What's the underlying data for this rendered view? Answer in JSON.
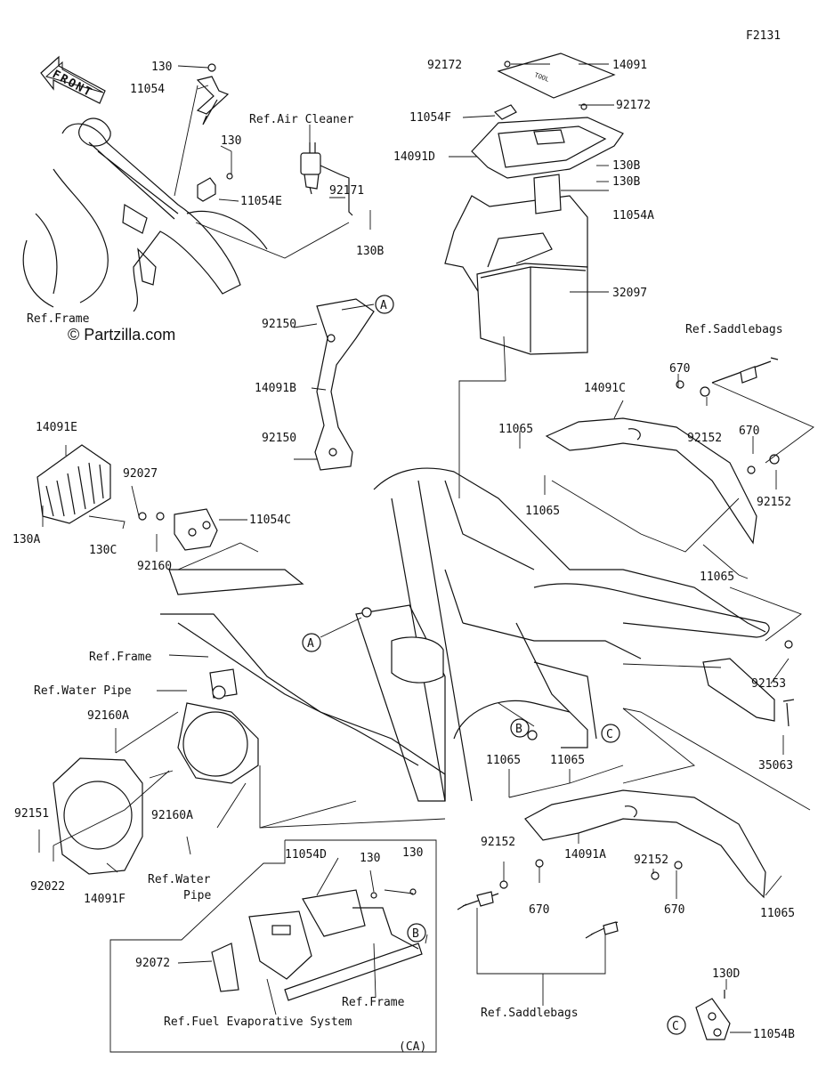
{
  "figure_code": "F2131",
  "watermark": "© Partzilla.com",
  "front_label": "FRONT",
  "callouts": {
    "a": "A",
    "b": "B",
    "c": "C"
  },
  "variant_note": "(CA)",
  "labels": {
    "p130_top": "130",
    "p11054_top": "11054",
    "p130_mid": "130",
    "p11054E": "11054E",
    "ref_air_cleaner": "Ref.Air Cleaner",
    "p92171": "92171",
    "p130B_left": "130B",
    "ref_frame_top": "Ref.Frame",
    "p92172_a": "92172",
    "p14091": "14091",
    "p11054F": "11054F",
    "p92172_b": "92172",
    "p14091D": "14091D",
    "p130B_a": "130B",
    "p130B_b": "130B",
    "p11054A": "11054A",
    "p32097": "32097",
    "p92150_a": "92150",
    "p14091B": "14091B",
    "p92150_b": "92150",
    "ref_saddlebags_top": "Ref.Saddlebags",
    "p670_a": "670",
    "p14091C": "14091C",
    "p11065_a": "11065",
    "p92152_a": "92152",
    "p670_b": "670",
    "p11065_b": "11065",
    "p92152_b": "92152",
    "p11065_c": "11065",
    "p14091E": "14091E",
    "p92027": "92027",
    "p11054C": "11054C",
    "p130A": "130A",
    "p130C": "130C",
    "p92160": "92160",
    "ref_frame_mid": "Ref.Frame",
    "ref_water_pipe_top": "Ref.Water Pipe",
    "p92160A_a": "92160A",
    "p92153": "92153",
    "p35063": "35063",
    "p92151": "92151",
    "p92160A_b": "92160A",
    "p92022": "92022",
    "p14091F": "14091F",
    "ref_water_pipe_bottom_1": "Ref.Water",
    "ref_water_pipe_bottom_2": "Pipe",
    "p11065_d": "11065",
    "p11065_e": "11065",
    "p92152_c": "92152",
    "p92152_d": "92152",
    "p14091A": "14091A",
    "p670_c": "670",
    "p670_d": "670",
    "p11065_f": "11065",
    "p11054D": "11054D",
    "p130_box_a": "130",
    "p130_box_b": "130",
    "p92072": "92072",
    "ref_frame_box": "Ref.Frame",
    "ref_fuel_evap": "Ref.Fuel Evaporative System",
    "ref_saddlebags_bottom": "Ref.Saddlebags",
    "p130D": "130D",
    "p11054B": "11054B"
  }
}
